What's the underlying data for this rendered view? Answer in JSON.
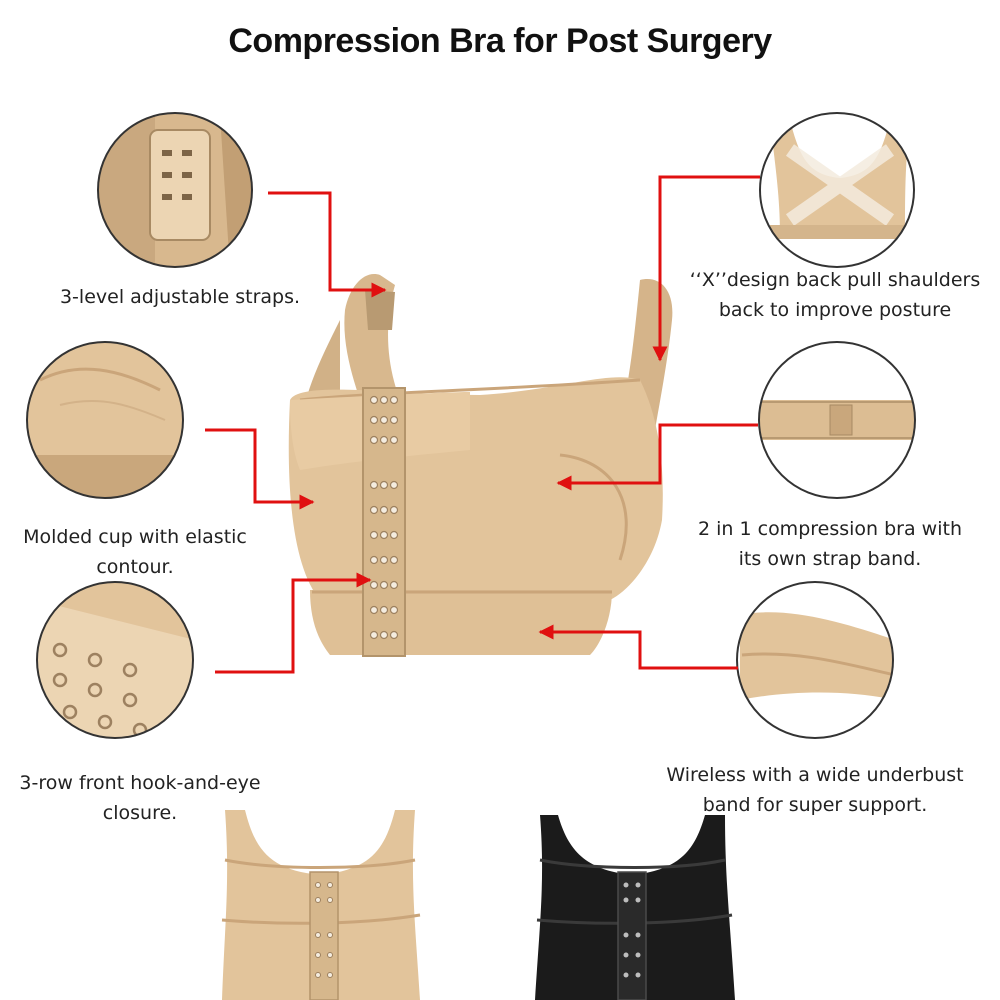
{
  "title": "Compression Bra for Post Surgery",
  "features": [
    {
      "lines": [
        "3-level adjustable straps."
      ],
      "icon": "adjustable-strap-closeup"
    },
    {
      "lines": [
        "‘‘X’’design back  pull shaulders",
        "back to improve posture"
      ],
      "icon": "x-back-closeup"
    },
    {
      "lines": [
        "Molded cup with elastic",
        "contour."
      ],
      "icon": "molded-cup-closeup"
    },
    {
      "lines": [
        "2 in 1 compression bra with",
        "its own strap band."
      ],
      "icon": "strap-band-closeup"
    },
    {
      "lines": [
        "3-row front hook-and-eye",
        "closure."
      ],
      "icon": "hook-eye-closeup"
    },
    {
      "lines": [
        "Wireless with a wide underbust",
        "band for super support."
      ],
      "icon": "underbust-band-closeup"
    }
  ],
  "colors": {
    "nude": "#e2c49b",
    "nude_dark": "#caa57a",
    "nude_light": "#ecd5b3",
    "black": "#1b1b1b",
    "arrow": "#e01010",
    "circle_border": "#333333"
  },
  "variants": [
    "nude",
    "black"
  ]
}
